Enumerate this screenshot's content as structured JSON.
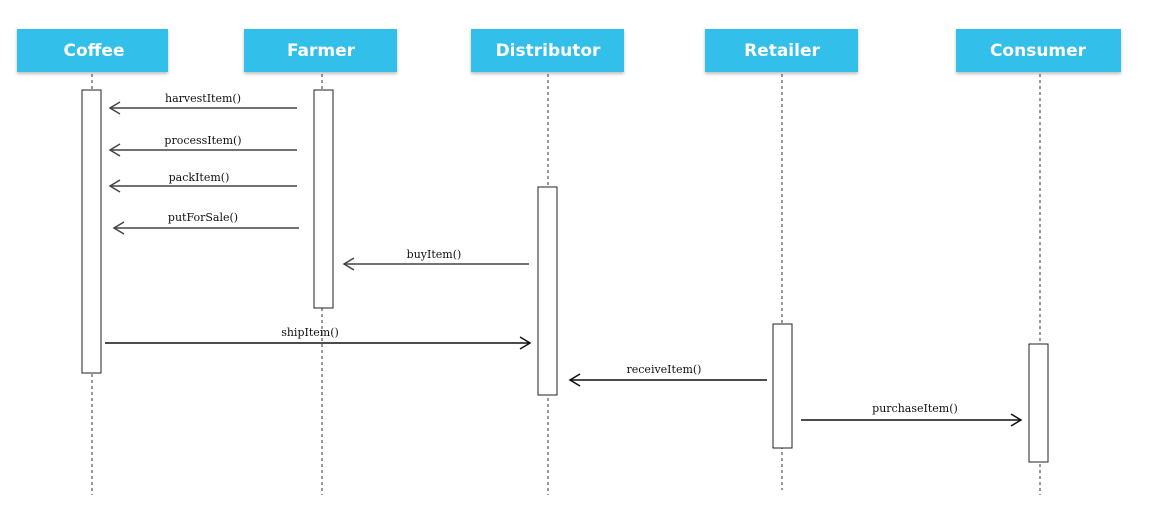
{
  "colors": {
    "actor_fill": "#32BFEA",
    "actor_text": "#FFFFFF",
    "line": "#444444"
  },
  "actors": [
    {
      "id": "coffee",
      "label": "Coffee"
    },
    {
      "id": "farmer",
      "label": "Farmer"
    },
    {
      "id": "distributor",
      "label": "Distributor"
    },
    {
      "id": "retailer",
      "label": "Retailer"
    },
    {
      "id": "consumer",
      "label": "Consumer"
    }
  ],
  "messages": [
    {
      "from": "farmer",
      "to": "coffee",
      "label": "harvestItem()"
    },
    {
      "from": "farmer",
      "to": "coffee",
      "label": "processItem()"
    },
    {
      "from": "farmer",
      "to": "coffee",
      "label": "packItem()"
    },
    {
      "from": "farmer",
      "to": "coffee",
      "label": "putForSale()"
    },
    {
      "from": "distributor",
      "to": "farmer",
      "label": "buyItem()"
    },
    {
      "from": "coffee",
      "to": "distributor",
      "label": "shipItem()"
    },
    {
      "from": "retailer",
      "to": "distributor",
      "label": "receiveItem()"
    },
    {
      "from": "retailer",
      "to": "consumer",
      "label": "purchaseItem()"
    }
  ]
}
